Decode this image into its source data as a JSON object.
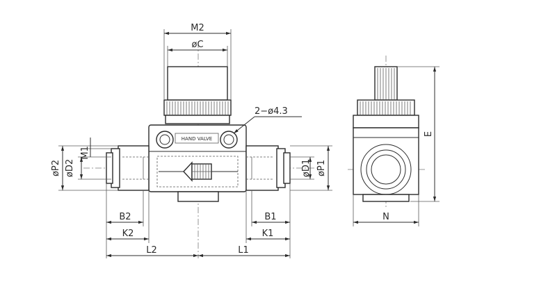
{
  "dimensions": {
    "m2": "M2",
    "phi_c": "øC",
    "holes": "2−ø4.3",
    "m1": "M1",
    "phi_p2": "øP2",
    "phi_d2": "øD2",
    "phi_d1": "øD1",
    "phi_p1": "øP1",
    "b2": "B2",
    "k2": "K2",
    "b1": "B1",
    "k1": "K1",
    "l2": "L2",
    "l1": "L1",
    "e": "E",
    "n": "N"
  },
  "body_label": "HAND VALVE"
}
